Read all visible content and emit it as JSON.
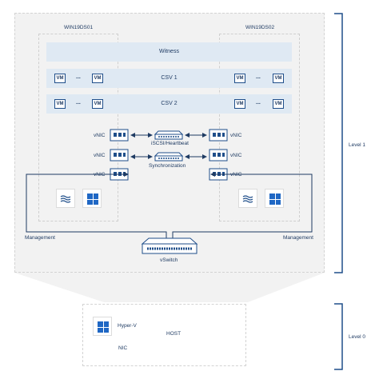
{
  "servers": [
    {
      "name": "WIN19DS01"
    },
    {
      "name": "WIN19DS02"
    }
  ],
  "witness": "Witness",
  "csv_rows": [
    {
      "label": "CSV 1",
      "vm": "VM",
      "dots": "..."
    },
    {
      "label": "CSV 2",
      "vm": "VM",
      "dots": "..."
    }
  ],
  "vnic_label": "vNIC",
  "switches": [
    {
      "label": "iSCSI/Heartbeat"
    },
    {
      "label": "Synchronization"
    }
  ],
  "management_label": "Management",
  "vswitch_label": "vSwitch",
  "levels": {
    "level1": "Level 1",
    "level0": "Level 0"
  },
  "host": {
    "title": "HOST",
    "hyperv": "Hyper-V",
    "nic": "NIC"
  },
  "colors": {
    "dark_blue": "#1f3b63",
    "accent_blue": "#1f67c4",
    "bar_fill": "#dfe9f3",
    "panel_fill": "#f2f2f2"
  },
  "icons": [
    "vm-box-icon",
    "nic-card-icon",
    "network-switch-icon",
    "hyperv-icon",
    "windows-logo-icon"
  ]
}
